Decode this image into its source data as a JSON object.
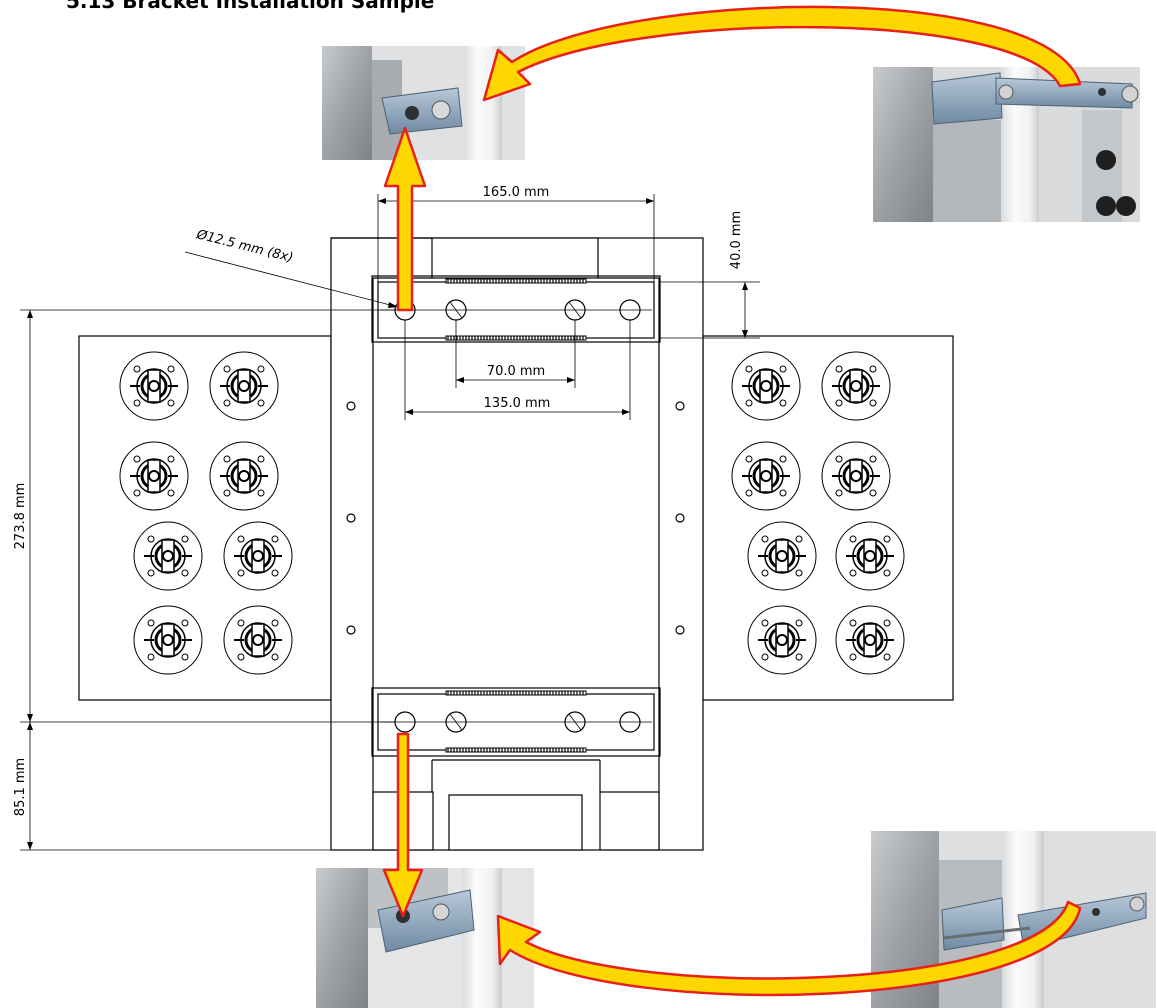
{
  "title": "5.13 Bracket Installation Sample",
  "dimensions": {
    "overall_width": "165.0 mm",
    "top_offset": "40.0 mm",
    "hole_diameter": "Ø12.5 mm (8x)",
    "inner_hole_spacing": "70.0 mm",
    "outer_hole_spacing": "135.0 mm",
    "height": "273.8 mm",
    "bottom_offset": "85.1 mm"
  },
  "photos": [
    {
      "name": "top-left-photo",
      "description_shown": false
    },
    {
      "name": "top-right-photo",
      "description_shown": false
    },
    {
      "name": "bottom-left-photo",
      "description_shown": false
    },
    {
      "name": "bottom-right-photo",
      "description_shown": false
    }
  ],
  "colors": {
    "arrow_fill": "#ffd700",
    "arrow_outline": "#e8201b",
    "pole": "#f2f4f5",
    "bracket_metal": "#8fa8bf",
    "frame_metal": "#b9bcbe",
    "line": "#000000"
  }
}
